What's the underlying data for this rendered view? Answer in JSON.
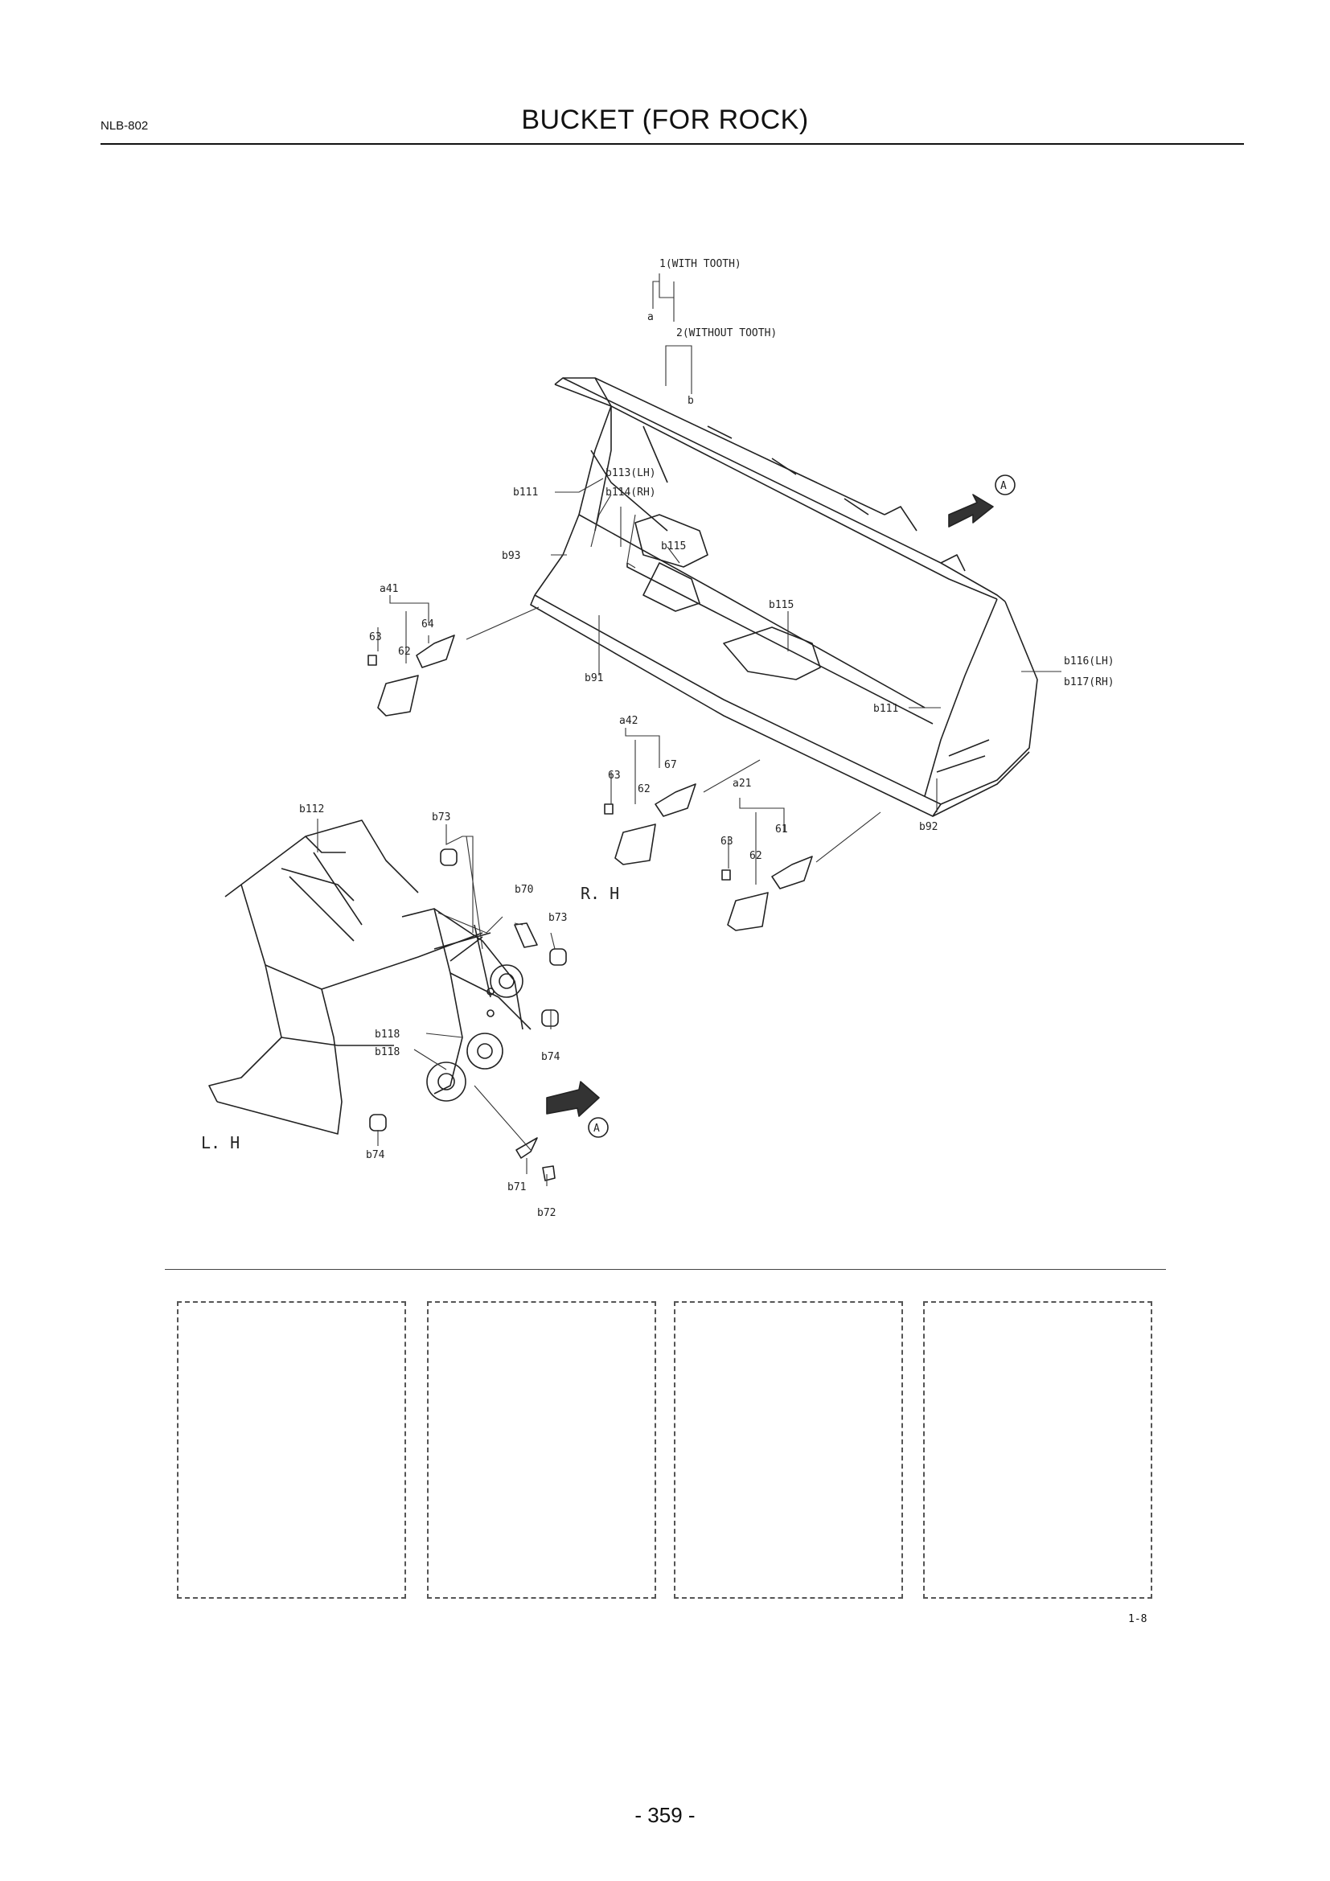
{
  "header": {
    "doc_code": "NLB-802",
    "title": "BUCKET (FOR ROCK)"
  },
  "diagram": {
    "labels": {
      "l1": "1(WITH TOOTH)",
      "l2": "2(WITHOUT TOOTH)",
      "a": "a",
      "b": "b",
      "b113": "b113(LH)",
      "b114": "b114(RH)",
      "b111a": "b111",
      "b93": "b93",
      "b115a": "b115",
      "b115b": "b115",
      "b91": "b91",
      "a41": "a41",
      "n63a": "63",
      "n64": "64",
      "n62a": "62",
      "b116": "b116(LH)",
      "b117": "b117(RH)",
      "b111b": "b111",
      "a42": "a42",
      "n63b": "63",
      "n67": "67",
      "n62b": "62",
      "a21": "a21",
      "n63c": "63",
      "n61": "61",
      "n62c": "62",
      "b92": "b92",
      "b112": "b112",
      "b73a": "b73",
      "b70": "b70",
      "rh": "R. H",
      "b73b": "b73",
      "b118a": "b118",
      "b118b": "b118",
      "b74a": "b74",
      "lh": "L. H",
      "b74b": "b74",
      "b71": "b71",
      "b72": "b72",
      "view_a1": "A",
      "view_a2": "A"
    }
  },
  "footer": {
    "figure_code": "1-8",
    "page_number": "- 359 -"
  }
}
